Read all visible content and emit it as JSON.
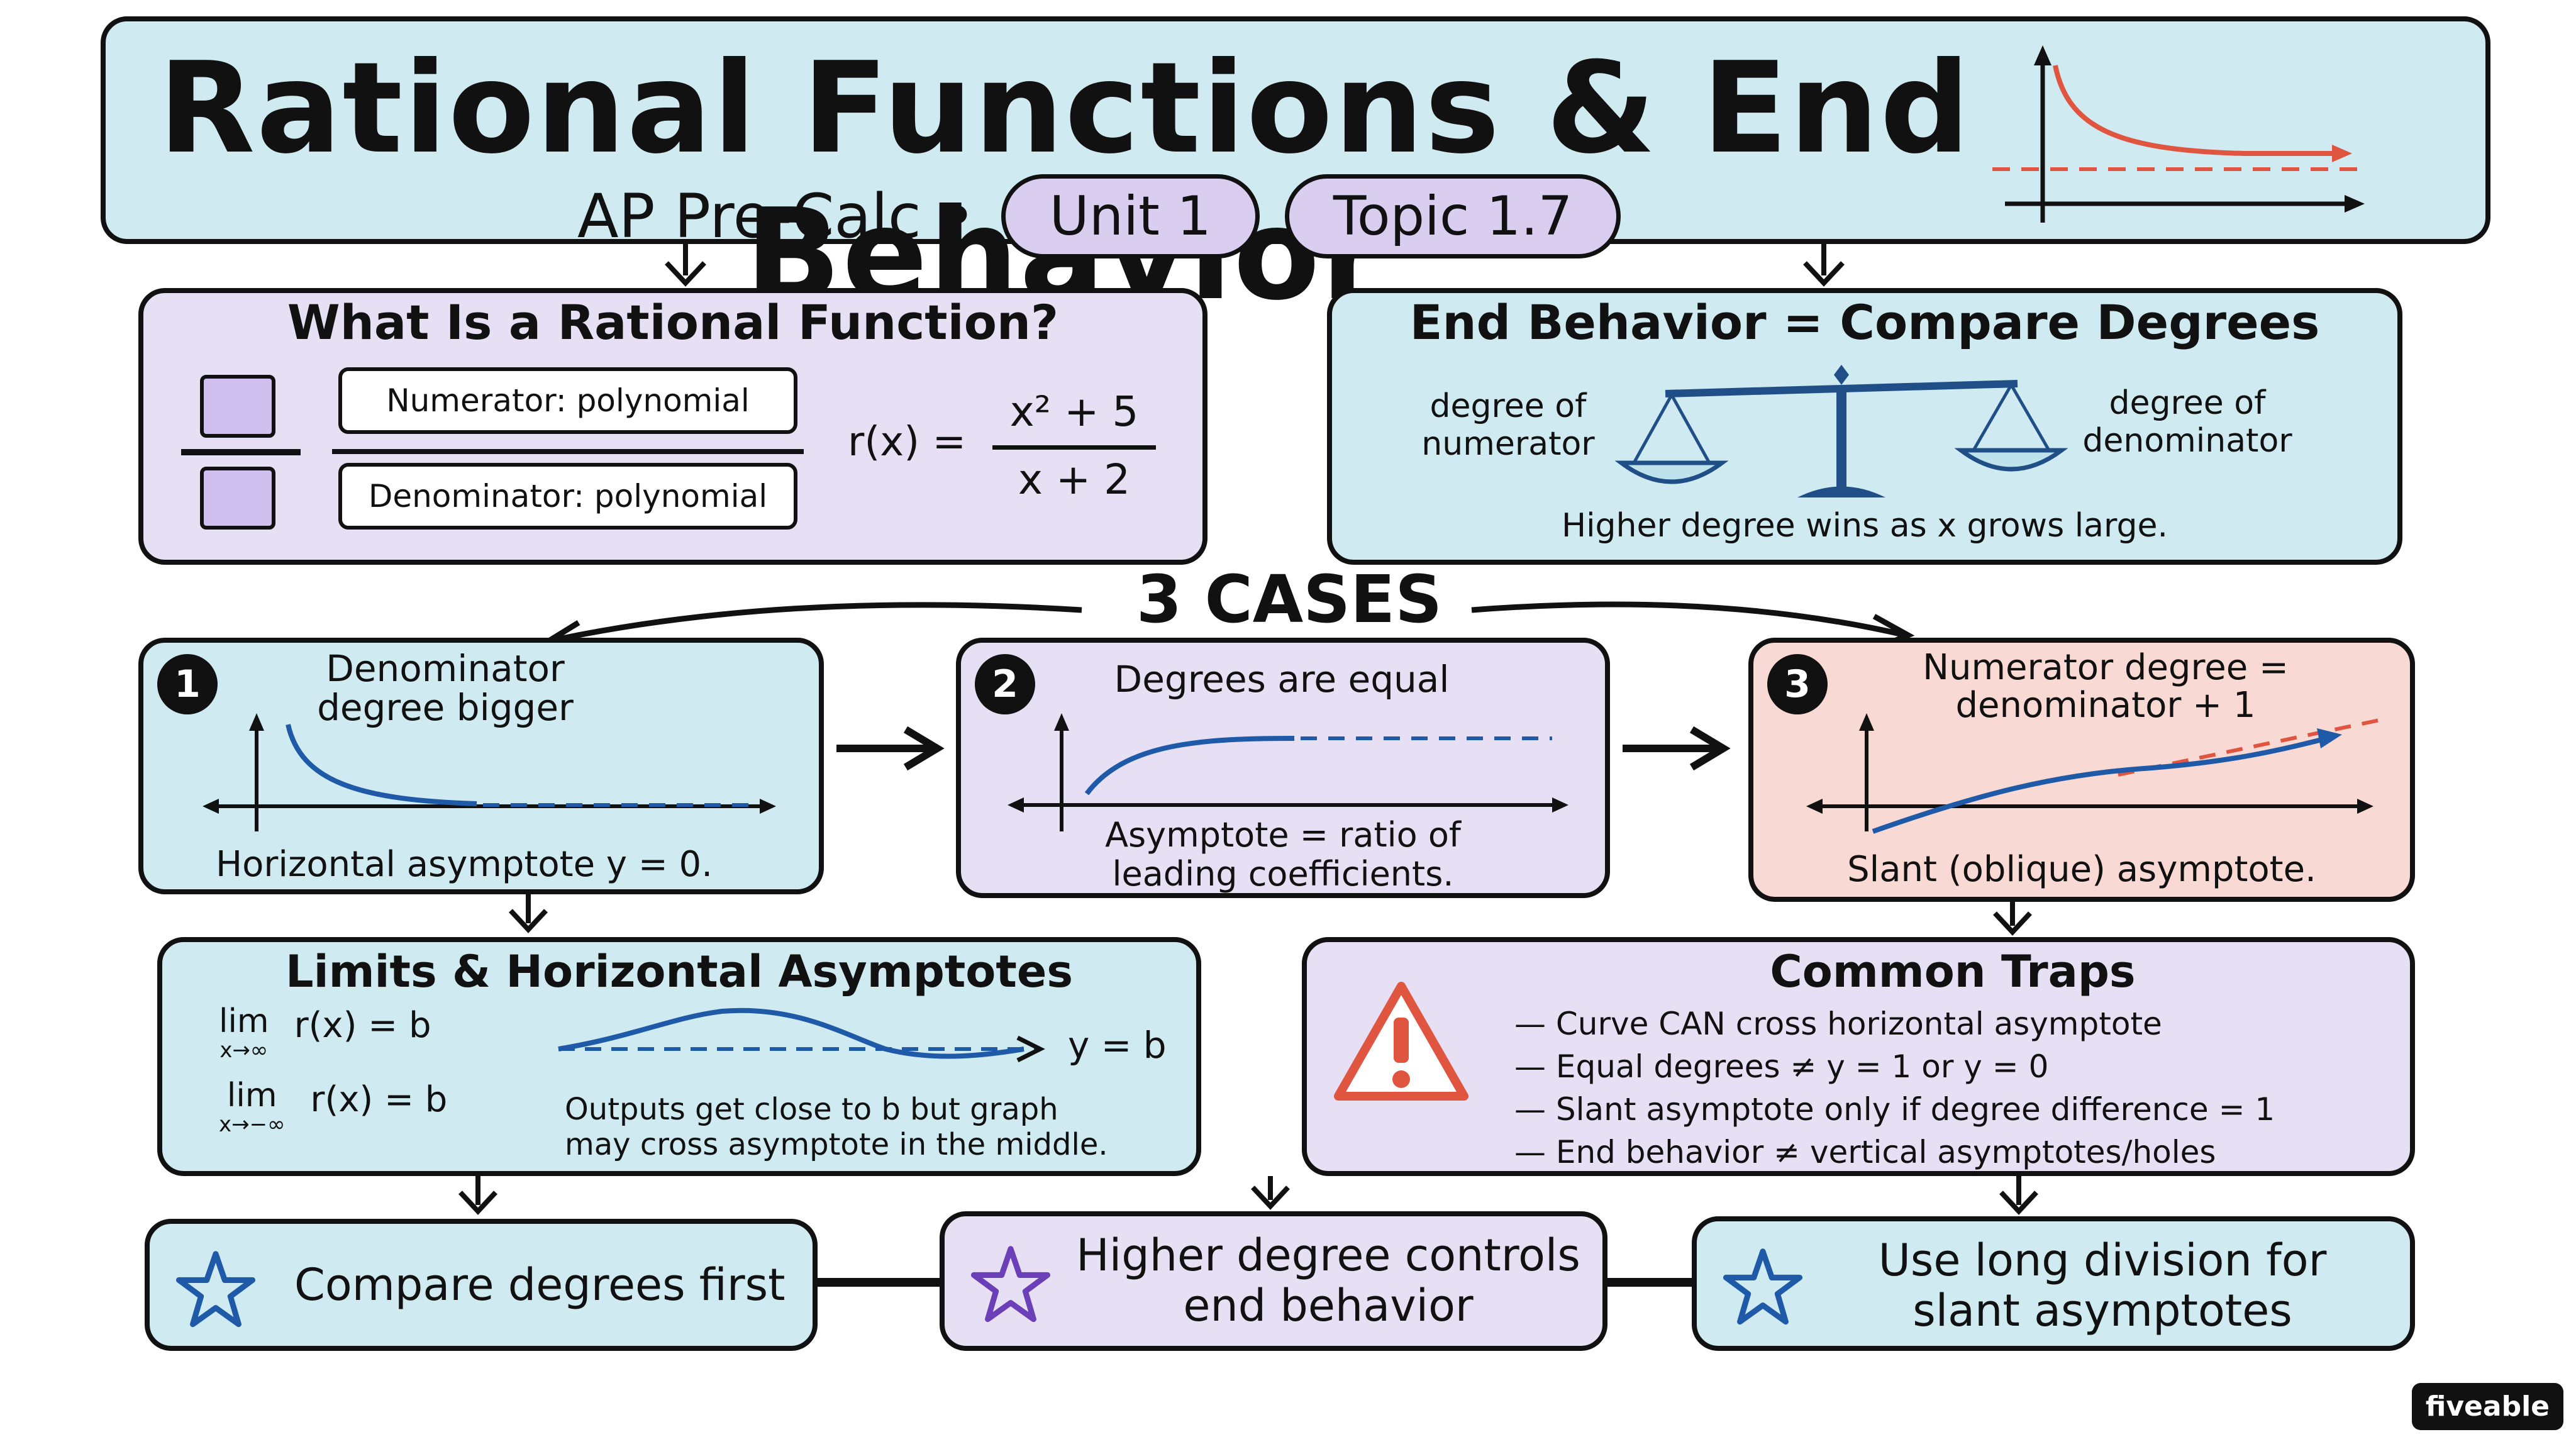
{
  "header": {
    "title": "Rational Functions & End Behavior",
    "course": "AP Pre-Calc •",
    "unit": "Unit 1",
    "topic": "Topic 1.7"
  },
  "what_is": {
    "title": "What Is a Rational Function?",
    "numerator": "Numerator: polynomial",
    "denominator": "Denominator: polynomial",
    "lhs": "r(x) =",
    "frac_num": "x² + 5",
    "frac_den": "x + 2"
  },
  "end_behavior": {
    "title": "End Behavior = Compare Degrees",
    "left_label_1": "degree of",
    "left_label_2": "numerator",
    "right_label_1": "degree of",
    "right_label_2": "denominator",
    "caption": "Higher degree wins as x grows large."
  },
  "cases": {
    "heading": "3 CASES",
    "items": [
      {
        "num": "1",
        "title_1": "Denominator",
        "title_2": "degree bigger",
        "caption_1": "Horizontal asymptote y = 0.",
        "caption_2": ""
      },
      {
        "num": "2",
        "title_1": "Degrees are equal",
        "title_2": "",
        "caption_1": "Asymptote = ratio of",
        "caption_2": "leading coefficients."
      },
      {
        "num": "3",
        "title_1": "Numerator degree =",
        "title_2": "denominator + 1",
        "caption_1": "Slant (oblique) asymptote.",
        "caption_2": ""
      }
    ]
  },
  "limits": {
    "title": "Limits & Horizontal Asymptotes",
    "lim": "lim",
    "sub_pos": "x→∞",
    "sub_neg": "x→−∞",
    "expr": "r(x) = b",
    "y_label": "y = b",
    "caption_1": "Outputs get close to b but graph",
    "caption_2": "may cross asymptote in the middle."
  },
  "traps": {
    "title": "Common Traps",
    "items": [
      "—  Curve CAN cross horizontal asymptote",
      "—  Equal degrees ≠ y = 1 or y = 0",
      "—  Slant asymptote only if degree difference = 1",
      "—  End behavior ≠ vertical asymptotes/holes"
    ]
  },
  "summary": [
    {
      "line_1": "Compare degrees first",
      "line_2": ""
    },
    {
      "line_1": "Higher degree controls",
      "line_2": "end behavior"
    },
    {
      "line_1": "Use long division for",
      "line_2": "slant asymptotes"
    }
  ],
  "brand": "fiveable",
  "colors": {
    "blue_fill": "#cfeaf0",
    "lavender_fill": "#e7e0f4",
    "pink_fill": "#f8d9d3",
    "curve_blue": "#1f5aa8",
    "curve_red": "#e0553f",
    "star_blue": "#1f5aa8",
    "star_purple": "#6b3fb8"
  }
}
